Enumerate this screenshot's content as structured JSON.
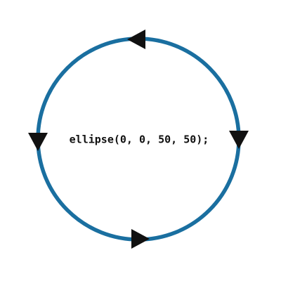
{
  "diagram": {
    "code_text": "ellipse(0, 0, 50, 50);",
    "ring_color": "#1a6fa0",
    "arrow_color": "#111111",
    "text_color": "#111111",
    "arrows": [
      {
        "name": "arrow-top",
        "direction": "left"
      },
      {
        "name": "arrow-right",
        "direction": "down"
      },
      {
        "name": "arrow-bottom",
        "direction": "right"
      },
      {
        "name": "arrow-left",
        "direction": "down"
      }
    ]
  }
}
